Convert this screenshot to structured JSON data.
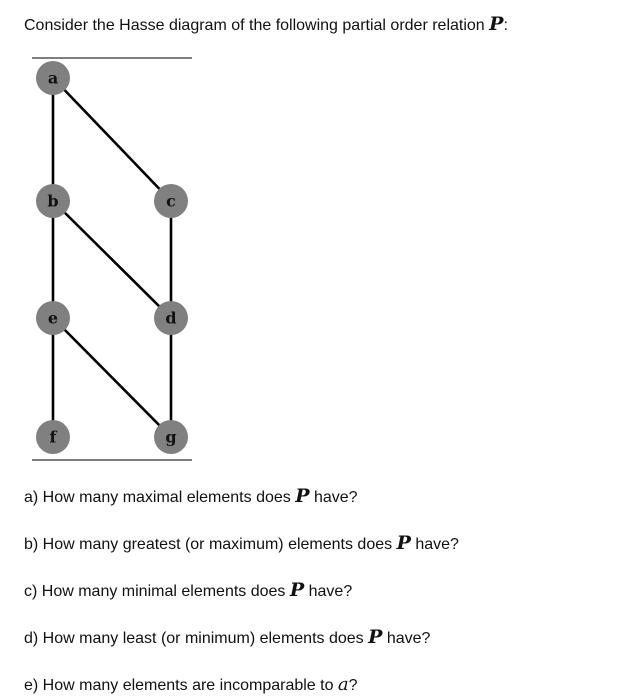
{
  "intro": {
    "text": "Consider the Hasse diagram of the following partial order relation ",
    "variable": "P",
    "suffix": ":"
  },
  "diagram": {
    "node_color": "#808080",
    "edge_color": "#000000",
    "nodes": [
      {
        "id": "a",
        "label": "a"
      },
      {
        "id": "b",
        "label": "b"
      },
      {
        "id": "c",
        "label": "c"
      },
      {
        "id": "d",
        "label": "d"
      },
      {
        "id": "e",
        "label": "e"
      },
      {
        "id": "f",
        "label": "f"
      },
      {
        "id": "g",
        "label": "g"
      }
    ],
    "edges": [
      [
        "a",
        "b"
      ],
      [
        "a",
        "c"
      ],
      [
        "b",
        "e"
      ],
      [
        "b",
        "d"
      ],
      [
        "c",
        "d"
      ],
      [
        "e",
        "f"
      ],
      [
        "e",
        "g"
      ],
      [
        "d",
        "g"
      ]
    ]
  },
  "questions": [
    {
      "prefix": "a) How many maximal elements does ",
      "variable": "P",
      "suffix": " have?"
    },
    {
      "prefix": "b) How many greatest (or maximum) elements does ",
      "variable": "P",
      "suffix": " have?"
    },
    {
      "prefix": "c) How many minimal elements does ",
      "variable": "P",
      "suffix": " have?"
    },
    {
      "prefix": "d) How many least (or minimum) elements does ",
      "variable": "P",
      "suffix": " have?"
    },
    {
      "prefix": "e) How many elements are incomparable to ",
      "variable": "a",
      "suffix": "?"
    }
  ]
}
